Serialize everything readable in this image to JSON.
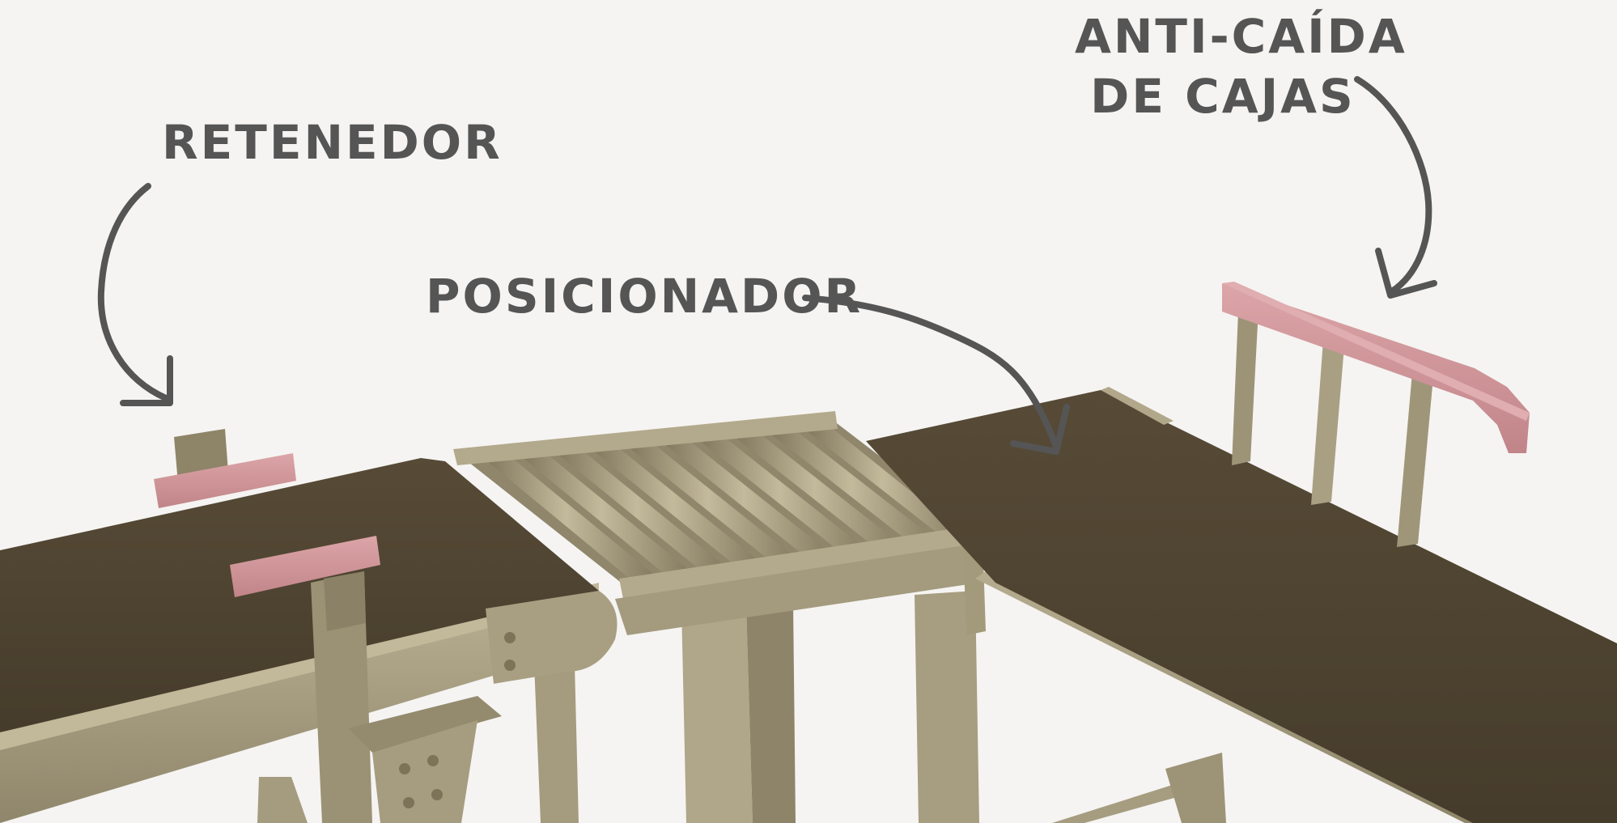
{
  "labels": {
    "retenedor": "RETENEDOR",
    "posicionador": "POSICIONADOR",
    "anti_caida_line1": "ANTI-CAÍDA",
    "anti_caida_line2": "DE CAJAS"
  },
  "colors": {
    "background": "#f5f4f2",
    "label_text": "#555555",
    "arrow": "#555555",
    "belt_surface": "#4e4331",
    "frame": "#a79c7e",
    "frame_shadow": "#7e7459",
    "highlight_part": "#d0979b"
  }
}
